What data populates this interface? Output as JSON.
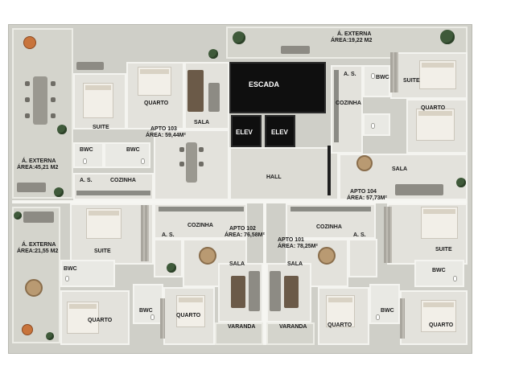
{
  "labels": {
    "escada": "ESCADA",
    "elev_1": "ELEV",
    "elev_2": "ELEV",
    "hall": "HALL",
    "ext_top_1": "Á. EXTERNA",
    "ext_top_2": "ÁREA:19,22 M2",
    "ext_left_top_1": "Á. EXTERNA",
    "ext_left_top_2": "ÁREA:45,21 M2",
    "ext_left_bot_1": "Á. EXTERNA",
    "ext_left_bot_2": "ÁREA:21,55 M2",
    "apto103_1": "APTO 103",
    "apto103_2": "ÁREA: 59,44M²",
    "apto104_1": "APTO 104",
    "apto104_2": "ÁREA: 57,73M²",
    "apto102_1": "APTO 102",
    "apto102_2": "ÁREA: 76,58M²",
    "apto101_1": "APTO 101",
    "apto101_2": "ÁREA: 78,25M²",
    "suite_103": "SUITE",
    "quarto_103": "QUARTO",
    "sala_103": "SALA",
    "bwc_103a": "BWC",
    "bwc_103b": "BWC",
    "as_103": "A. S.",
    "cozinha_103": "COZINHA",
    "suite_104": "SUITE",
    "quarto_104": "QUARTO",
    "bwc_104": "BWC",
    "as_104": "A. S.",
    "cozinha_104": "COZINHA",
    "sala_104": "SALA",
    "suite_102": "SUITE",
    "bwc_102a": "BWC",
    "bwc_102b": "BWC",
    "quarto_102a": "QUARTO",
    "quarto_102b": "QUARTO",
    "cozinha_102": "COZINHA",
    "as_102": "A. S.",
    "sala_102": "SALA",
    "varanda_102": "VARANDA",
    "cozinha_101": "COZINHA",
    "as_101": "A. S.",
    "sala_101": "SALA",
    "varanda_101": "VARANDA",
    "suite_101": "SUITE",
    "bwc_101a": "BWC",
    "bwc_101b": "BWC",
    "quarto_101a": "QUARTO",
    "quarto_101b": "QUARTO"
  },
  "colors": {
    "core": "#0f0f0f",
    "floor": "#e3e2dc",
    "terrace": "#cfcfc8",
    "greenery": "#3f5a3a"
  }
}
